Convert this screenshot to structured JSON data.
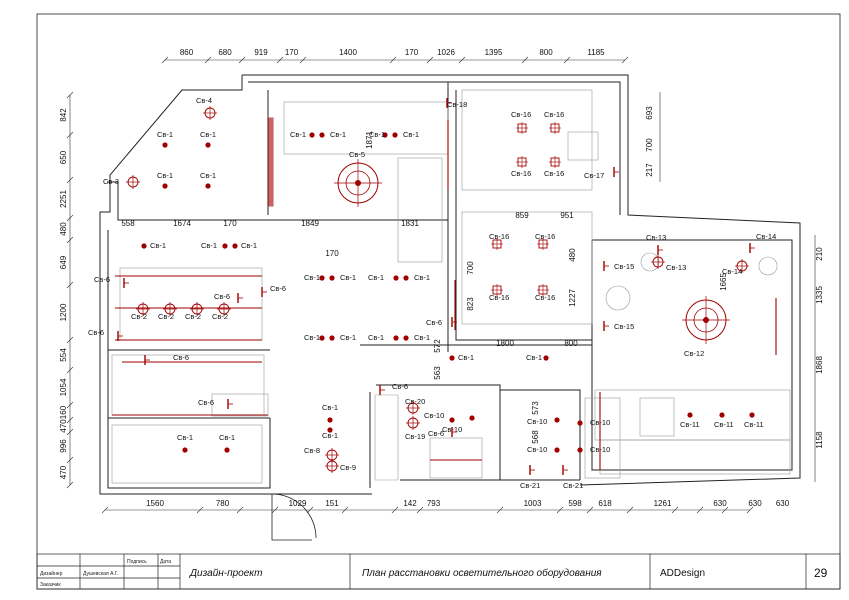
{
  "title_block": {
    "small_cells": [
      "Подпись",
      "Дата"
    ],
    "roles": [
      {
        "role": "Дизайнер",
        "name": "Душевская А.Г."
      },
      {
        "role": "Заказчик",
        "name": ""
      }
    ],
    "project": "Дизайн-проект",
    "sheet_title": "План расстановки осветительного оборудования",
    "company": "ADDesign",
    "page_number": "29"
  },
  "dimensions": {
    "top": [
      "860",
      "680",
      "919",
      "170",
      "1400",
      "170",
      "1026",
      "1395",
      "800",
      "1185"
    ],
    "bottom": [
      "1560",
      "780",
      "1029",
      "151",
      "142",
      "793",
      "1003",
      "598",
      "618",
      "1261",
      "630",
      "630",
      "630"
    ],
    "left": [
      "842",
      "650",
      "2251",
      "480",
      "649",
      "1200",
      "554",
      "1054",
      "160",
      "470",
      "996",
      "470"
    ],
    "right": [
      "693",
      "700",
      "217",
      "210",
      "1335",
      "1868",
      "1158"
    ],
    "interior": [
      "558",
      "1674",
      "170",
      "1849",
      "1831",
      "170",
      "1871",
      "859",
      "951",
      "700",
      "480",
      "1227",
      "823",
      "1800",
      "800",
      "572",
      "563",
      "573",
      "568",
      "1665"
    ]
  },
  "fixtures": [
    {
      "code": "Св-4"
    },
    {
      "code": "Св-1"
    },
    {
      "code": "Св-1"
    },
    {
      "code": "Св-1"
    },
    {
      "code": "Св-1"
    },
    {
      "code": "Св-3"
    },
    {
      "code": "Св-1"
    },
    {
      "code": "Св-1"
    },
    {
      "code": "Св-1"
    },
    {
      "code": "Св-1"
    },
    {
      "code": "Св-5"
    },
    {
      "code": "Св-18"
    },
    {
      "code": "Св-16"
    },
    {
      "code": "Св-16"
    },
    {
      "code": "Св-16"
    },
    {
      "code": "Св-16"
    },
    {
      "code": "Св-17"
    },
    {
      "code": "Св-1"
    },
    {
      "code": "Св-1"
    },
    {
      "code": "Св-1"
    },
    {
      "code": "Св-6"
    },
    {
      "code": "Св-6"
    },
    {
      "code": "Св-6"
    },
    {
      "code": "Св-2"
    },
    {
      "code": "Св-2"
    },
    {
      "code": "Св-2"
    },
    {
      "code": "Св-2"
    },
    {
      "code": "Св-6"
    },
    {
      "code": "Св-6"
    },
    {
      "code": "Св-1"
    },
    {
      "code": "Св-1"
    },
    {
      "code": "Св-1"
    },
    {
      "code": "Св-1"
    },
    {
      "code": "Св-1"
    },
    {
      "code": "Св-1"
    },
    {
      "code": "Св-1"
    },
    {
      "code": "Св-1"
    },
    {
      "code": "Св-16"
    },
    {
      "code": "Св-16"
    },
    {
      "code": "Св-16"
    },
    {
      "code": "Св-16"
    },
    {
      "code": "Св-6"
    },
    {
      "code": "Св-13"
    },
    {
      "code": "Св-13"
    },
    {
      "code": "Св-14"
    },
    {
      "code": "Св-14"
    },
    {
      "code": "Св-15"
    },
    {
      "code": "Св-15"
    },
    {
      "code": "Св-12"
    },
    {
      "code": "Св-1"
    },
    {
      "code": "Св-1"
    },
    {
      "code": "Св-6"
    },
    {
      "code": "Св-6"
    },
    {
      "code": "Св-1"
    },
    {
      "code": "Св-1"
    },
    {
      "code": "Св-1"
    },
    {
      "code": "Св-1"
    },
    {
      "code": "Св-8"
    },
    {
      "code": "Св-9"
    },
    {
      "code": "Св-20"
    },
    {
      "code": "Св-19"
    },
    {
      "code": "Св-10"
    },
    {
      "code": "Св-10"
    },
    {
      "code": "Св-6"
    },
    {
      "code": "Св-10"
    },
    {
      "code": "Св-10"
    },
    {
      "code": "Св-10"
    },
    {
      "code": "Св-10"
    },
    {
      "code": "Св-21"
    },
    {
      "code": "Св-21"
    },
    {
      "code": "Св-11"
    },
    {
      "code": "Св-11"
    },
    {
      "code": "Св-11"
    }
  ],
  "colors": {
    "line": "#222222",
    "accent": "#a00000",
    "light": "#9a9a9a"
  }
}
